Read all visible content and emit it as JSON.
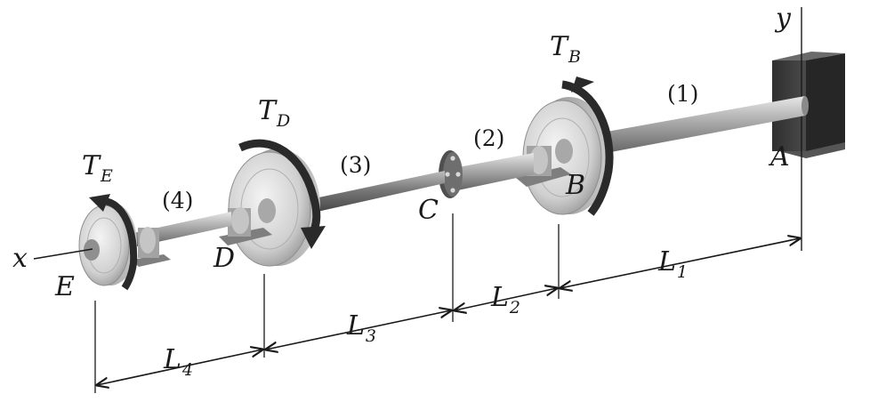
{
  "labels": {
    "y_axis": "y",
    "x_axis": "x",
    "point_a": "A",
    "point_b": "B",
    "point_c": "C",
    "point_d": "D",
    "point_e": "E"
  },
  "torques": {
    "tb": {
      "main": "T",
      "sub": "B"
    },
    "td": {
      "main": "T",
      "sub": "D"
    },
    "te": {
      "main": "T",
      "sub": "E"
    }
  },
  "segments": {
    "s1": "(1)",
    "s2": "(2)",
    "s3": "(3)",
    "s4": "(4)"
  },
  "dimensions": {
    "l1": {
      "main": "L",
      "sub": "1"
    },
    "l2": {
      "main": "L",
      "sub": "2"
    },
    "l3": {
      "main": "L",
      "sub": "3"
    },
    "l4": {
      "main": "L",
      "sub": "4"
    }
  },
  "colors": {
    "shaft": "#9a9a9a",
    "wall": "#3c3c3c",
    "gear_face": "#d6d6d6",
    "torque_arrow": "#2a2a2a",
    "ink": "#1a1a1a"
  }
}
